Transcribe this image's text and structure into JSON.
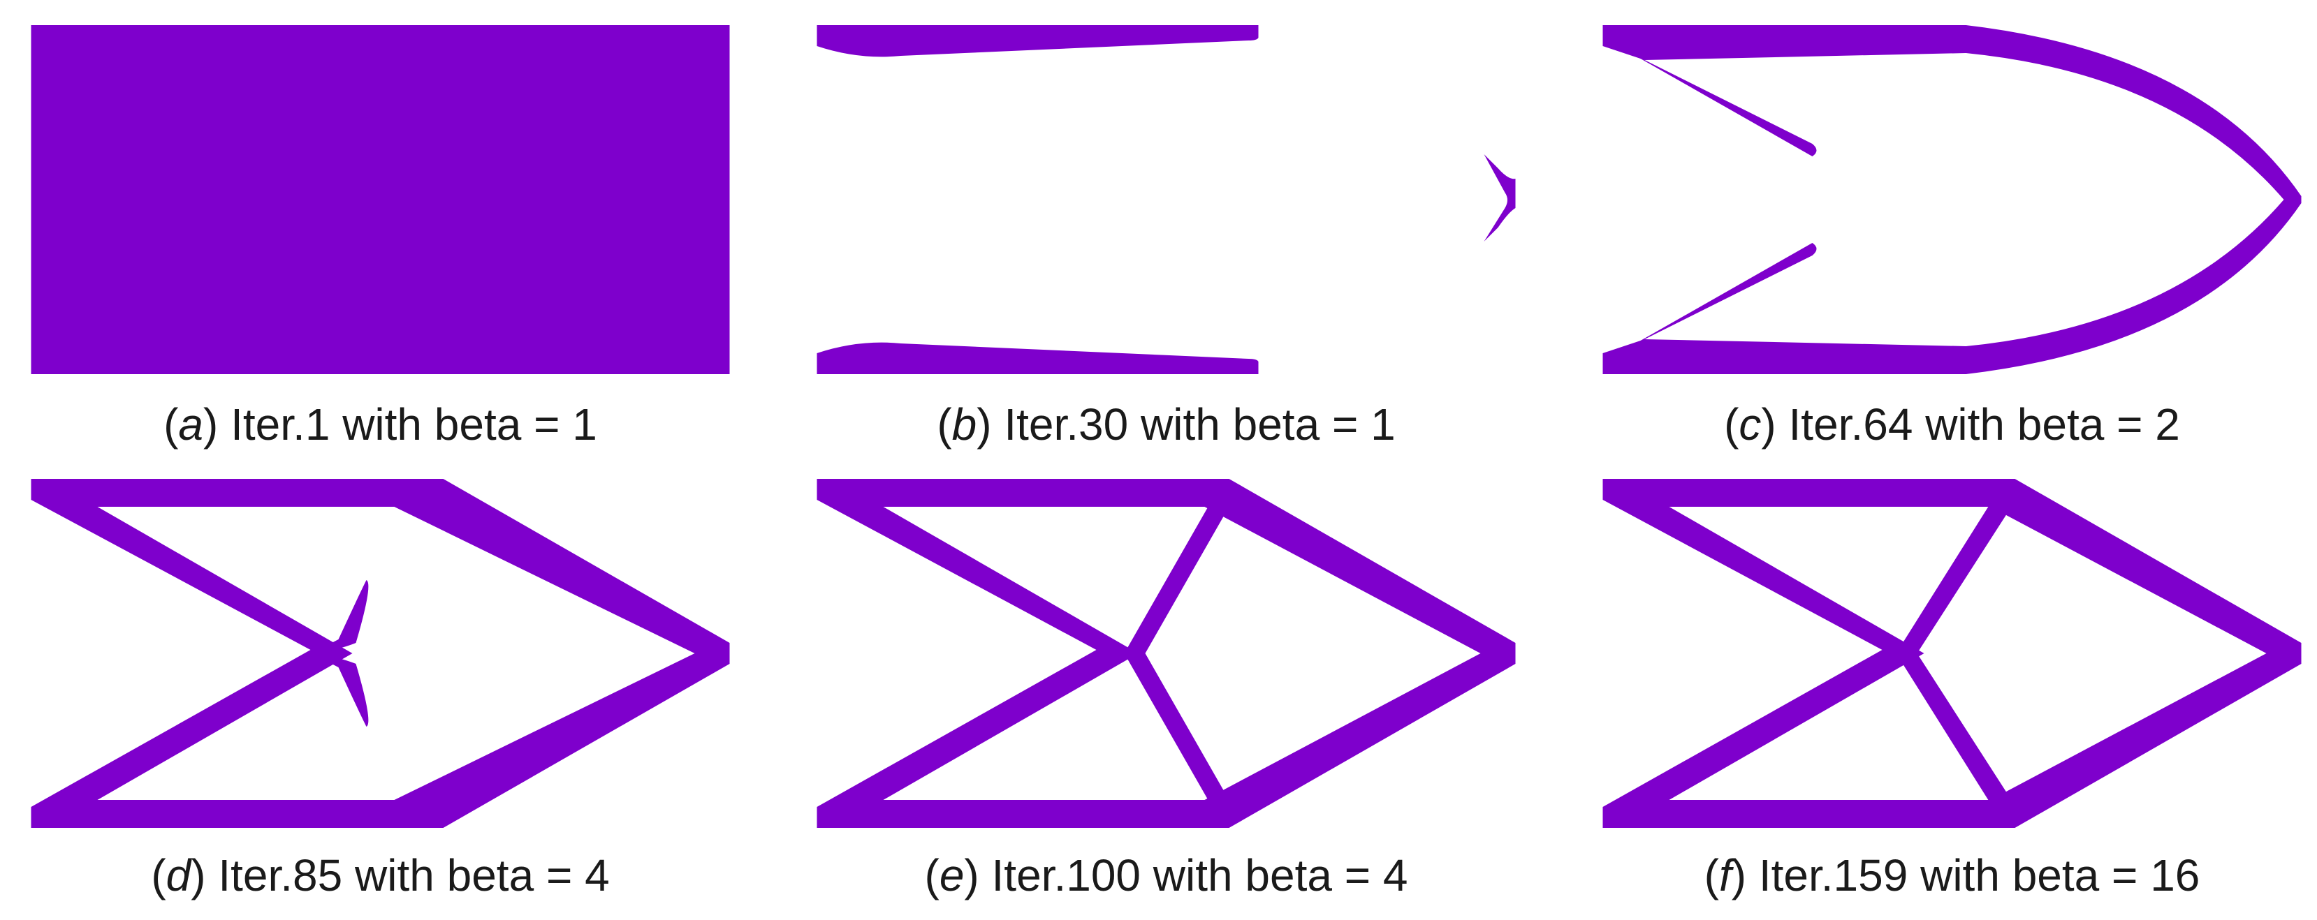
{
  "colors": {
    "material": "#7e00cc",
    "background": "#ffffff",
    "text": "#1a1a1a"
  },
  "panels": [
    {
      "id": "a",
      "letter": "a",
      "caption": "Iter.1 with beta = 1"
    },
    {
      "id": "b",
      "letter": "b",
      "caption": "Iter.30 with beta = 1"
    },
    {
      "id": "c",
      "letter": "c",
      "caption": "Iter.64 with beta = 2"
    },
    {
      "id": "d",
      "letter": "d",
      "caption": "Iter.85 with beta = 4"
    },
    {
      "id": "e",
      "letter": "e",
      "caption": "Iter.100 with beta = 4"
    },
    {
      "id": "f",
      "letter": "f",
      "caption": "Iter.159 with beta = 16"
    }
  ]
}
